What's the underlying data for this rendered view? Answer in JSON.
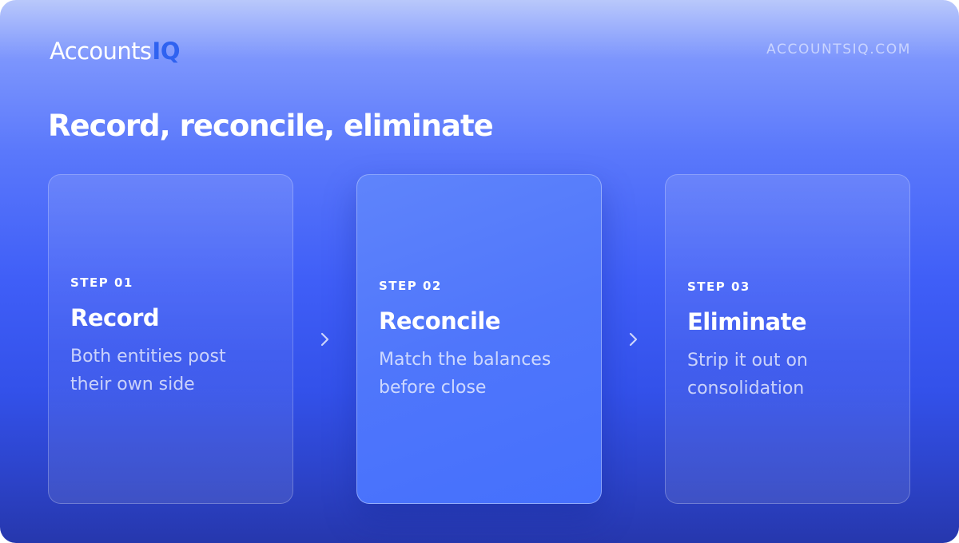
{
  "brand": {
    "name_main": "Accounts",
    "name_accent": "IQ",
    "accent_color": "#2f62f0"
  },
  "site_link": "ACCOUNTSIQ.COM",
  "title": "Record, reconcile, eliminate",
  "steps": [
    {
      "label": "STEP 01",
      "title": "Record",
      "description": "Both entities post their own side",
      "highlighted": false
    },
    {
      "label": "STEP 02",
      "title": "Reconcile",
      "description": "Match the balances before close",
      "highlighted": true
    },
    {
      "label": "STEP 03",
      "title": "Eliminate",
      "description": "Strip it out on consolidation",
      "highlighted": false
    }
  ],
  "icons": {
    "arrow": "chevron-right-icon"
  },
  "colors": {
    "background_top": "#b9c8fb",
    "background_mid": "#3f5ef7",
    "background_bottom": "#2637ad",
    "highlight_card": "#4f76fb"
  }
}
